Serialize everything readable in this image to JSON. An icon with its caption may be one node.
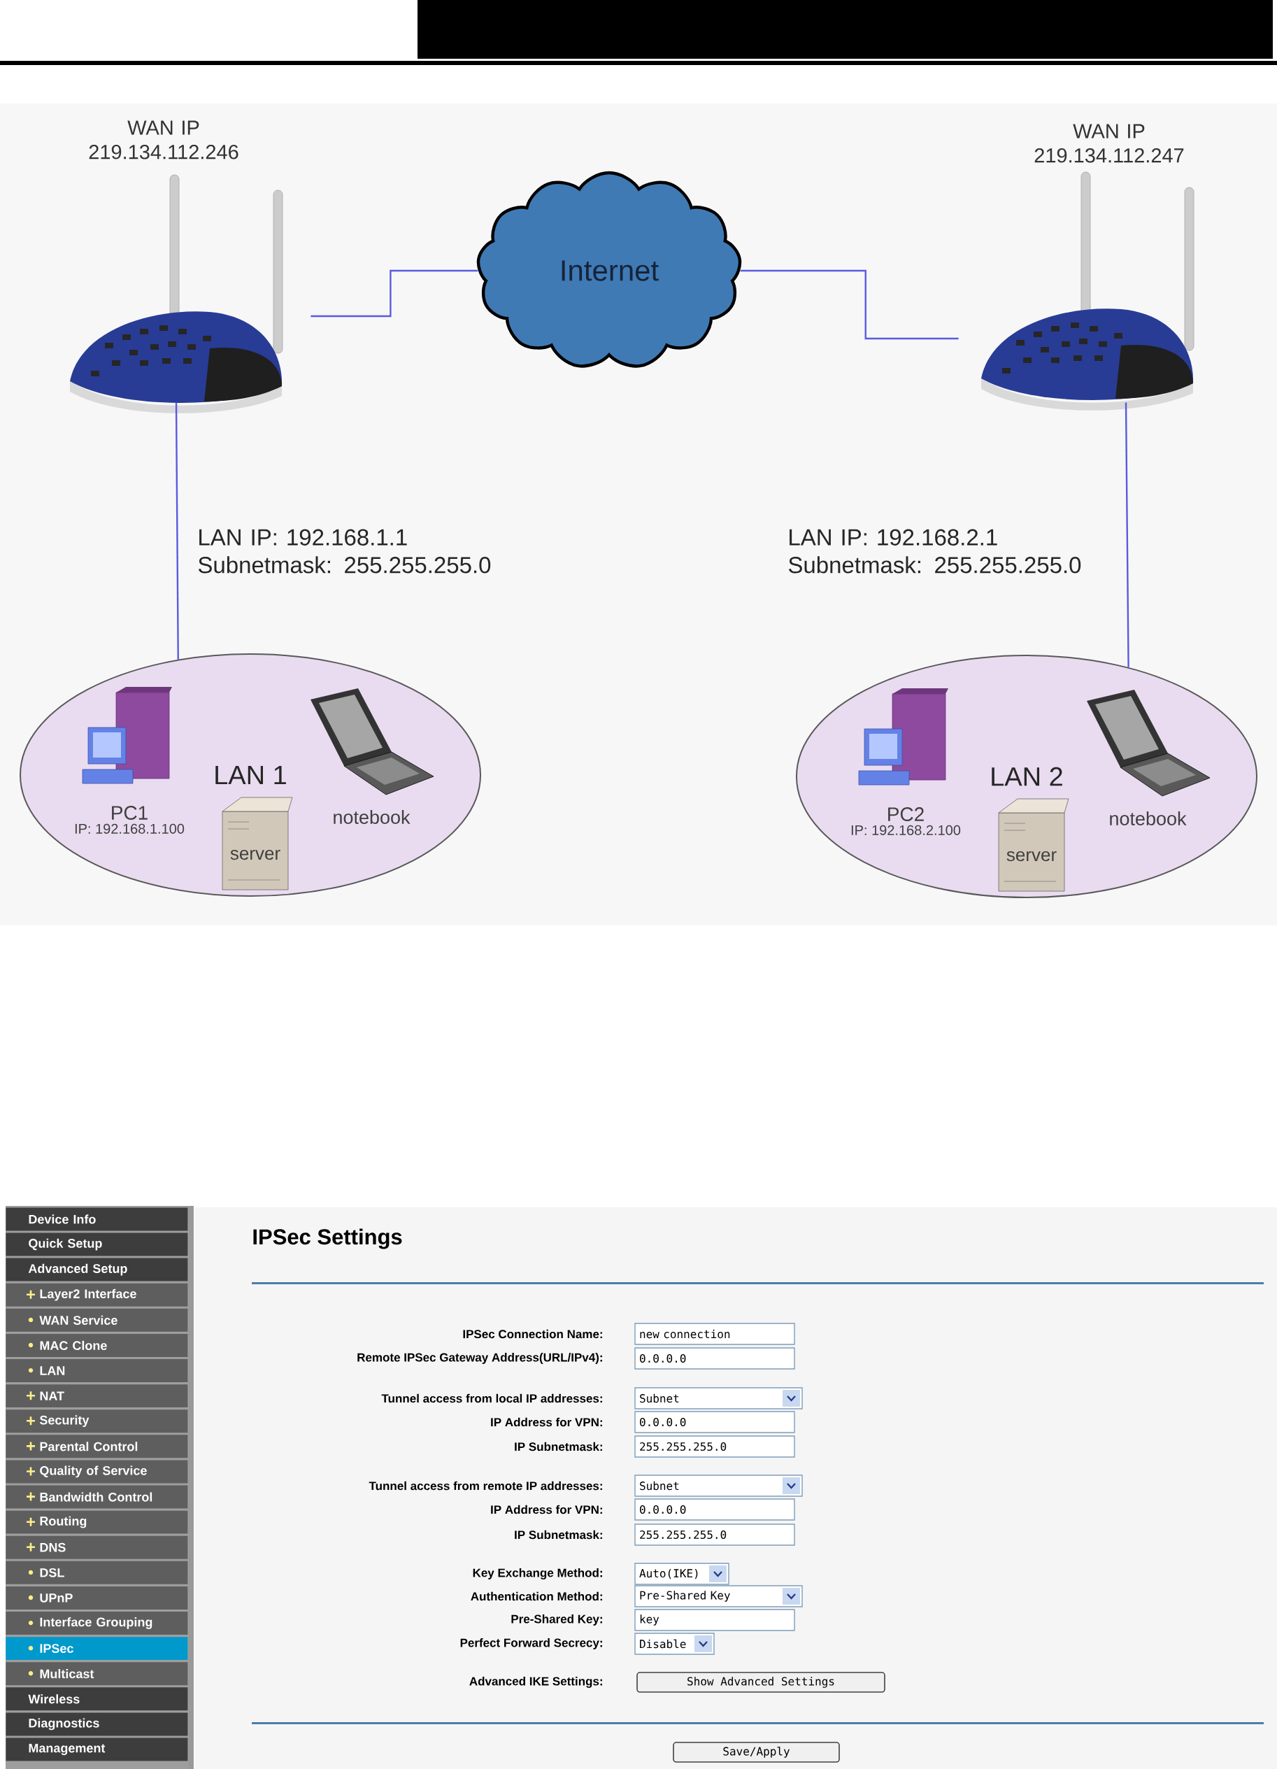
{
  "diagram": {
    "nodes": [
      {
        "text": [
          "Internet"
        ]
      },
      {
        "text": [],
        "shape": "picture",
        "beside": [
          "WAN IP 219.134.112.246"
        ]
      },
      {
        "text": [],
        "shape": "picture",
        "beside": [
          "WAN IP 219.134.112.247"
        ]
      },
      {
        "text": [
          "LAN 1"
        ]
      },
      {
        "text": [
          "PC1",
          "IP: 192.168.1.100"
        ],
        "in": 3
      },
      {
        "text": [
          "server"
        ],
        "in": 3
      },
      {
        "text": [
          "notebook"
        ],
        "in": 3
      },
      {
        "text": [
          "LAN 2"
        ]
      },
      {
        "text": [
          "PC2",
          "IP: 192.168.2.100"
        ],
        "in": 7
      },
      {
        "text": [
          "server"
        ],
        "in": 7
      },
      {
        "text": [
          "notebook"
        ],
        "in": 7
      },
      {
        "text": [
          "Device Info"
        ]
      },
      {
        "text": [
          "Quick Setup"
        ]
      },
      {
        "text": [
          "Advanced Setup"
        ]
      },
      {
        "text": [
          "Layer2 Interface"
        ]
      },
      {
        "text": [
          "WAN Service"
        ]
      },
      {
        "text": [
          "MAC Clone"
        ]
      },
      {
        "text": [
          "LAN"
        ]
      },
      {
        "text": [
          "NAT"
        ]
      },
      {
        "text": [
          "Security"
        ]
      },
      {
        "text": [
          "Parental Control"
        ]
      },
      {
        "text": [
          "Quality of Service"
        ]
      },
      {
        "text": [
          "Bandwidth Control"
        ]
      },
      {
        "text": [
          "Routing"
        ]
      },
      {
        "text": [
          "DNS"
        ]
      },
      {
        "text": [
          "DSL"
        ]
      },
      {
        "text": [
          "UPnP"
        ]
      },
      {
        "text": [
          "Interface Grouping"
        ]
      },
      {
        "text": [
          "IPSec"
        ]
      },
      {
        "text": [
          "Multicast"
        ]
      },
      {
        "text": [
          "Wireless"
        ]
      },
      {
        "text": [
          "Diagnostics"
        ]
      },
      {
        "text": [
          "Management"
        ]
      },
      {
        "text": [
          "new connection"
        ],
        "beside": [
          "IPSec Connection Name:"
        ]
      },
      {
        "text": [
          "0.0.0.0"
        ],
        "beside": [
          "Remote IPSec Gateway Address(URL/IPv4):"
        ]
      },
      {
        "text": [
          "Subnet"
        ],
        "beside": [
          "Tunnel access from local IP addresses:"
        ]
      },
      {
        "text": [
          "0.0.0.0"
        ],
        "beside": [
          "IP Address for VPN:"
        ]
      },
      {
        "text": [
          "255.255.255.0"
        ],
        "beside": [
          "IP Subnetmask:"
        ]
      },
      {
        "text": [
          "Subnet"
        ],
        "beside": [
          "Tunnel access from remote IP addresses:"
        ]
      },
      {
        "text": [
          "0.0.0.0"
        ],
        "beside": [
          "IP Address for VPN:"
        ]
      },
      {
        "text": [
          "255.255.255.0"
        ],
        "beside": [
          "IP Subnetmask:"
        ]
      },
      {
        "text": [
          "Auto(IKE)"
        ],
        "beside": [
          "Key Exchange Method:"
        ]
      },
      {
        "text": [
          "Pre-Shared Key"
        ],
        "beside": [
          "Authentication Method:"
        ]
      },
      {
        "text": [
          "key"
        ],
        "beside": [
          "Pre-Shared Key:"
        ]
      },
      {
        "text": [
          "Disable"
        ],
        "beside": [
          "Perfect Forward Secrecy:"
        ]
      },
      {
        "text": [
          "Show Advanced Settings"
        ],
        "beside": [
          "Advanced IKE Settings:"
        ]
      },
      {
        "text": [
          "Save/Apply"
        ]
      }
    ],
    "edges": [
      {
        "from": 1,
        "to": 0,
        "arrow": "none"
      },
      {
        "from": 0,
        "to": 2,
        "arrow": "none"
      },
      {
        "from": 1,
        "to": 3,
        "arrow": "none",
        "label": "LAN IP: 192.168.1.1 Subnetmask: 255.255.255.0"
      },
      {
        "from": 2,
        "to": 7,
        "arrow": "none",
        "label": "LAN IP: 192.168.2.1 Subnetmask: 255.255.255.0"
      }
    ],
    "labels": [
      "IPSec Settings"
    ]
  }
}
